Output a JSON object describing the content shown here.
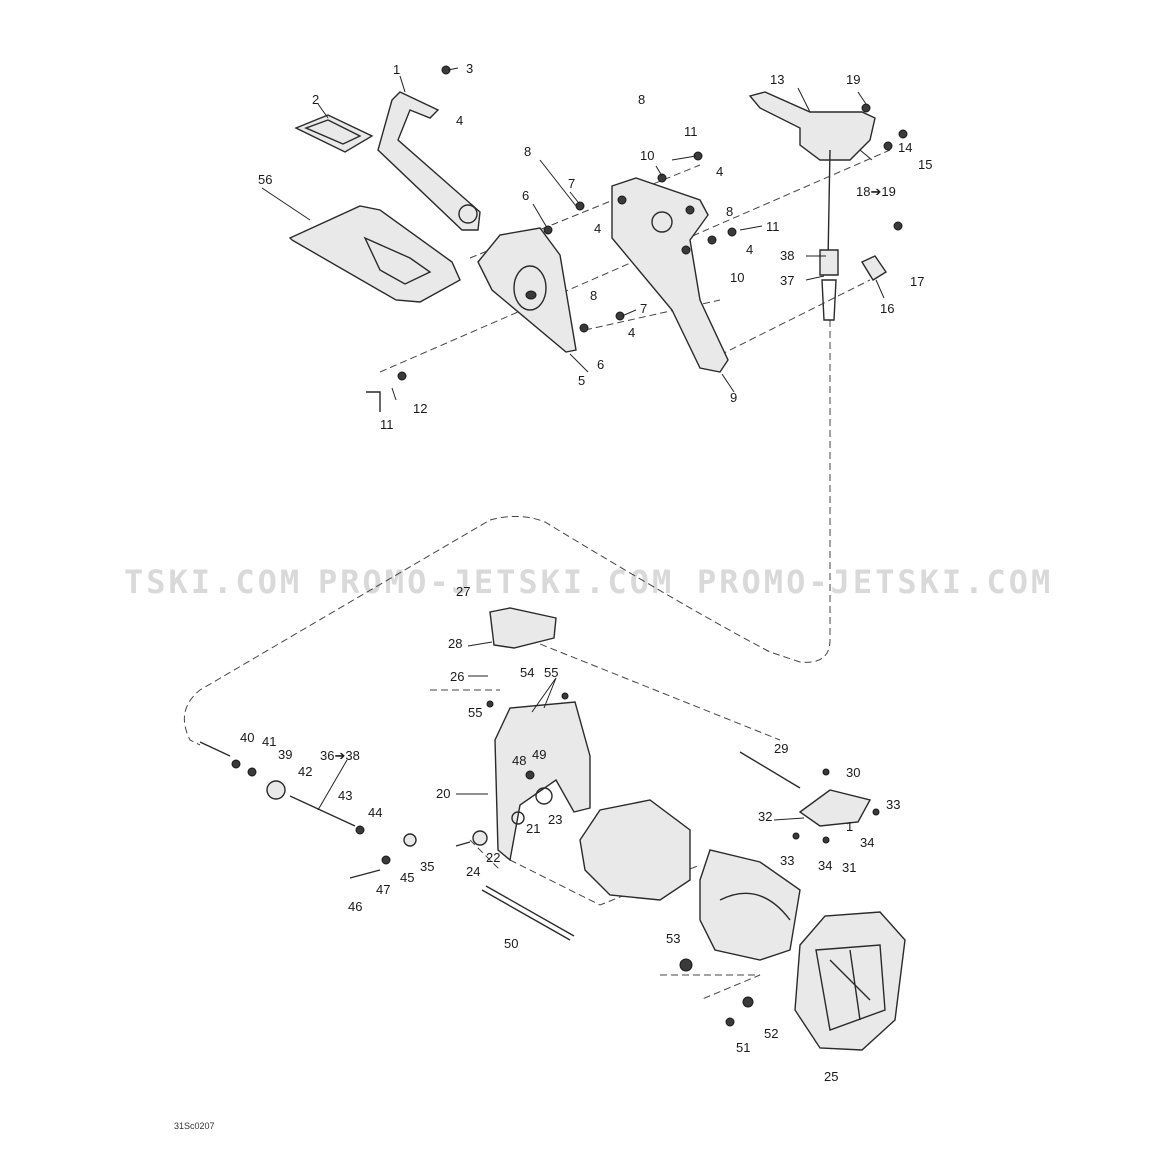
{
  "watermark": {
    "text_left": "TSKI.COM",
    "text_mid": "PROMO-JETSKI.COM",
    "text_right": "PROMO-JETSKI.COM"
  },
  "drawing_ref": "31Sc0207",
  "callouts": [
    {
      "id": "c1",
      "text": "1"
    },
    {
      "id": "c2",
      "text": "2"
    },
    {
      "id": "c3",
      "text": "3"
    },
    {
      "id": "c4a",
      "text": "4"
    },
    {
      "id": "c56",
      "text": "56"
    },
    {
      "id": "c8a",
      "text": "8"
    },
    {
      "id": "c7a",
      "text": "7"
    },
    {
      "id": "c6a",
      "text": "6"
    },
    {
      "id": "c4b",
      "text": "4"
    },
    {
      "id": "c8b",
      "text": "8"
    },
    {
      "id": "c10a",
      "text": "10"
    },
    {
      "id": "c11a",
      "text": "11"
    },
    {
      "id": "c4c",
      "text": "4"
    },
    {
      "id": "c8c",
      "text": "8"
    },
    {
      "id": "c11b",
      "text": "11"
    },
    {
      "id": "c4d",
      "text": "4"
    },
    {
      "id": "c10b",
      "text": "10"
    },
    {
      "id": "c13",
      "text": "13"
    },
    {
      "id": "c19",
      "text": "19"
    },
    {
      "id": "c14",
      "text": "14"
    },
    {
      "id": "c15",
      "text": "15"
    },
    {
      "id": "c18",
      "text": "18➔19"
    },
    {
      "id": "c38",
      "text": "38"
    },
    {
      "id": "c37",
      "text": "37"
    },
    {
      "id": "c17",
      "text": "17"
    },
    {
      "id": "c16",
      "text": "16"
    },
    {
      "id": "c8d",
      "text": "8"
    },
    {
      "id": "c7b",
      "text": "7"
    },
    {
      "id": "c4e",
      "text": "4"
    },
    {
      "id": "c6b",
      "text": "6"
    },
    {
      "id": "c5",
      "text": "5"
    },
    {
      "id": "c9",
      "text": "9"
    },
    {
      "id": "c11c",
      "text": "11"
    },
    {
      "id": "c12",
      "text": "12"
    },
    {
      "id": "c27",
      "text": "27"
    },
    {
      "id": "c28",
      "text": "28"
    },
    {
      "id": "c26",
      "text": "26"
    },
    {
      "id": "c54",
      "text": "54"
    },
    {
      "id": "c55a",
      "text": "55"
    },
    {
      "id": "c55b",
      "text": "55"
    },
    {
      "id": "c40",
      "text": "40"
    },
    {
      "id": "c41",
      "text": "41"
    },
    {
      "id": "c39",
      "text": "39"
    },
    {
      "id": "c3638",
      "text": "36➔38"
    },
    {
      "id": "c42",
      "text": "42"
    },
    {
      "id": "c43",
      "text": "43"
    },
    {
      "id": "c44",
      "text": "44"
    },
    {
      "id": "c20",
      "text": "20"
    },
    {
      "id": "c48",
      "text": "48"
    },
    {
      "id": "c49",
      "text": "49"
    },
    {
      "id": "c21",
      "text": "21"
    },
    {
      "id": "c23",
      "text": "23"
    },
    {
      "id": "c22",
      "text": "22"
    },
    {
      "id": "c24",
      "text": "24"
    },
    {
      "id": "c35",
      "text": "35"
    },
    {
      "id": "c45",
      "text": "45"
    },
    {
      "id": "c47",
      "text": "47"
    },
    {
      "id": "c46",
      "text": "46"
    },
    {
      "id": "c50",
      "text": "50"
    },
    {
      "id": "c29",
      "text": "29"
    },
    {
      "id": "c30",
      "text": "30"
    },
    {
      "id": "c33a",
      "text": "33"
    },
    {
      "id": "c32",
      "text": "32"
    },
    {
      "id": "c1b",
      "text": "1"
    },
    {
      "id": "c34a",
      "text": "34"
    },
    {
      "id": "c33b",
      "text": "33"
    },
    {
      "id": "c34b",
      "text": "34"
    },
    {
      "id": "c31",
      "text": "31"
    },
    {
      "id": "c53",
      "text": "53"
    },
    {
      "id": "c52",
      "text": "52"
    },
    {
      "id": "c51",
      "text": "51"
    },
    {
      "id": "c25",
      "text": "25"
    }
  ]
}
